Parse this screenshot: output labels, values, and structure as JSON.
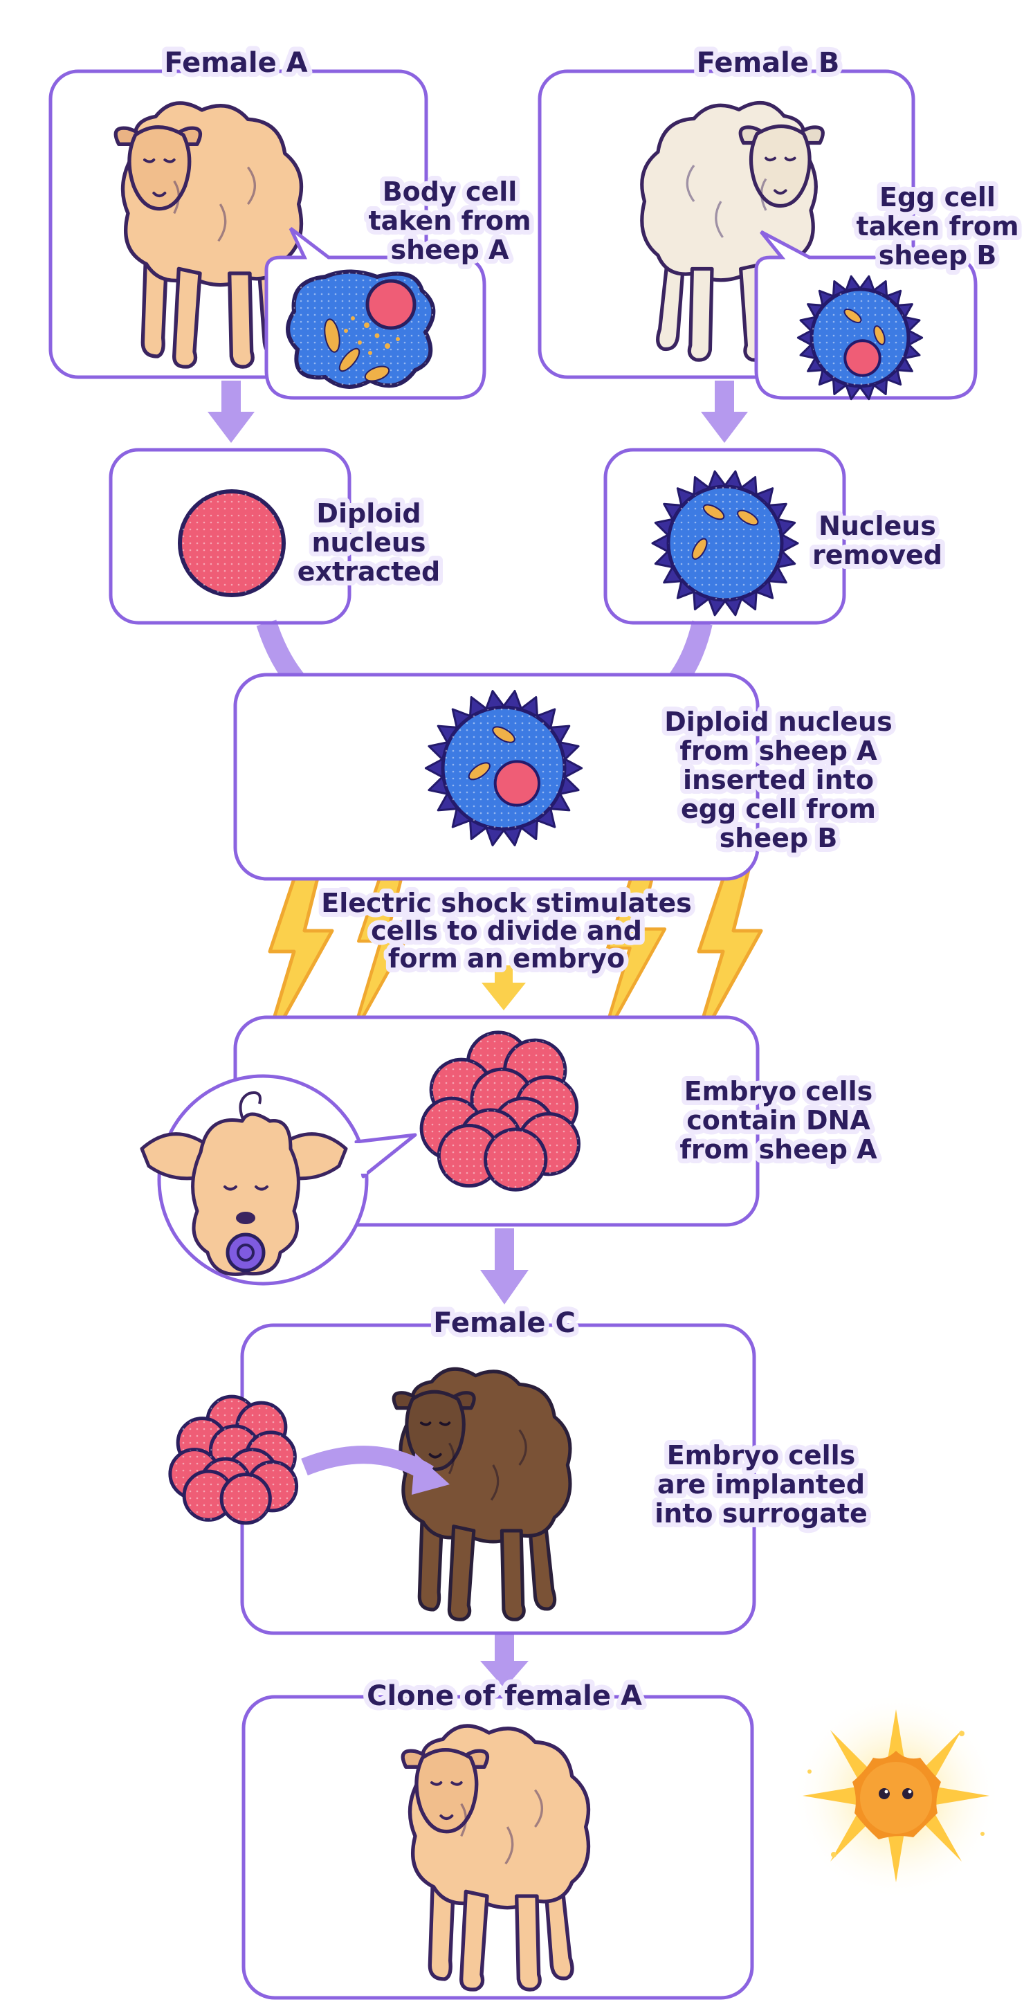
{
  "colors": {
    "frame": "#8b63e0",
    "arrow": "#b599ee",
    "label_text": "#2c1d5e",
    "label_halo": "#efe9fc",
    "wool_tan": "#f6c99a",
    "wool_cream": "#f3ebde",
    "wool_brown": "#7a5236",
    "nucleus": "#ef5d76",
    "cell_blue": "#3d7be3",
    "organelle": "#f0b148",
    "spike": "#3a2e9c",
    "lightning": "#fbd04c"
  },
  "sections": {
    "female_a": {
      "title": "Female A",
      "caption": [
        "Body cell",
        "taken from",
        "sheep A"
      ]
    },
    "female_b": {
      "title": "Female B",
      "caption": [
        "Egg cell",
        "taken from",
        "sheep B"
      ]
    },
    "nucleus_extracted": {
      "caption": [
        "Diploid",
        "nucleus",
        "extracted"
      ]
    },
    "nucleus_removed": {
      "caption": [
        "Nucleus",
        "removed"
      ]
    },
    "fusion": {
      "caption": [
        "Diploid nucleus",
        "from sheep A",
        "inserted into",
        "egg cell from",
        "sheep B"
      ]
    },
    "electric_shock": {
      "caption": [
        "Electric shock stimulates",
        "cells to divide and",
        "form an embryo"
      ]
    },
    "embryo": {
      "caption": [
        "Embryo cells",
        "contain DNA",
        "from sheep A"
      ]
    },
    "female_c": {
      "title": "Female C",
      "caption": [
        "Embryo cells",
        "are implanted",
        "into surrogate"
      ]
    },
    "clone": {
      "title": "Clone of female A"
    }
  },
  "icons": [
    "sheep-icon",
    "body-cell-icon",
    "egg-cell-icon",
    "nucleus-icon",
    "lamb-icon",
    "embryo-icon",
    "lightning-icon",
    "sun-mascot-icon"
  ]
}
